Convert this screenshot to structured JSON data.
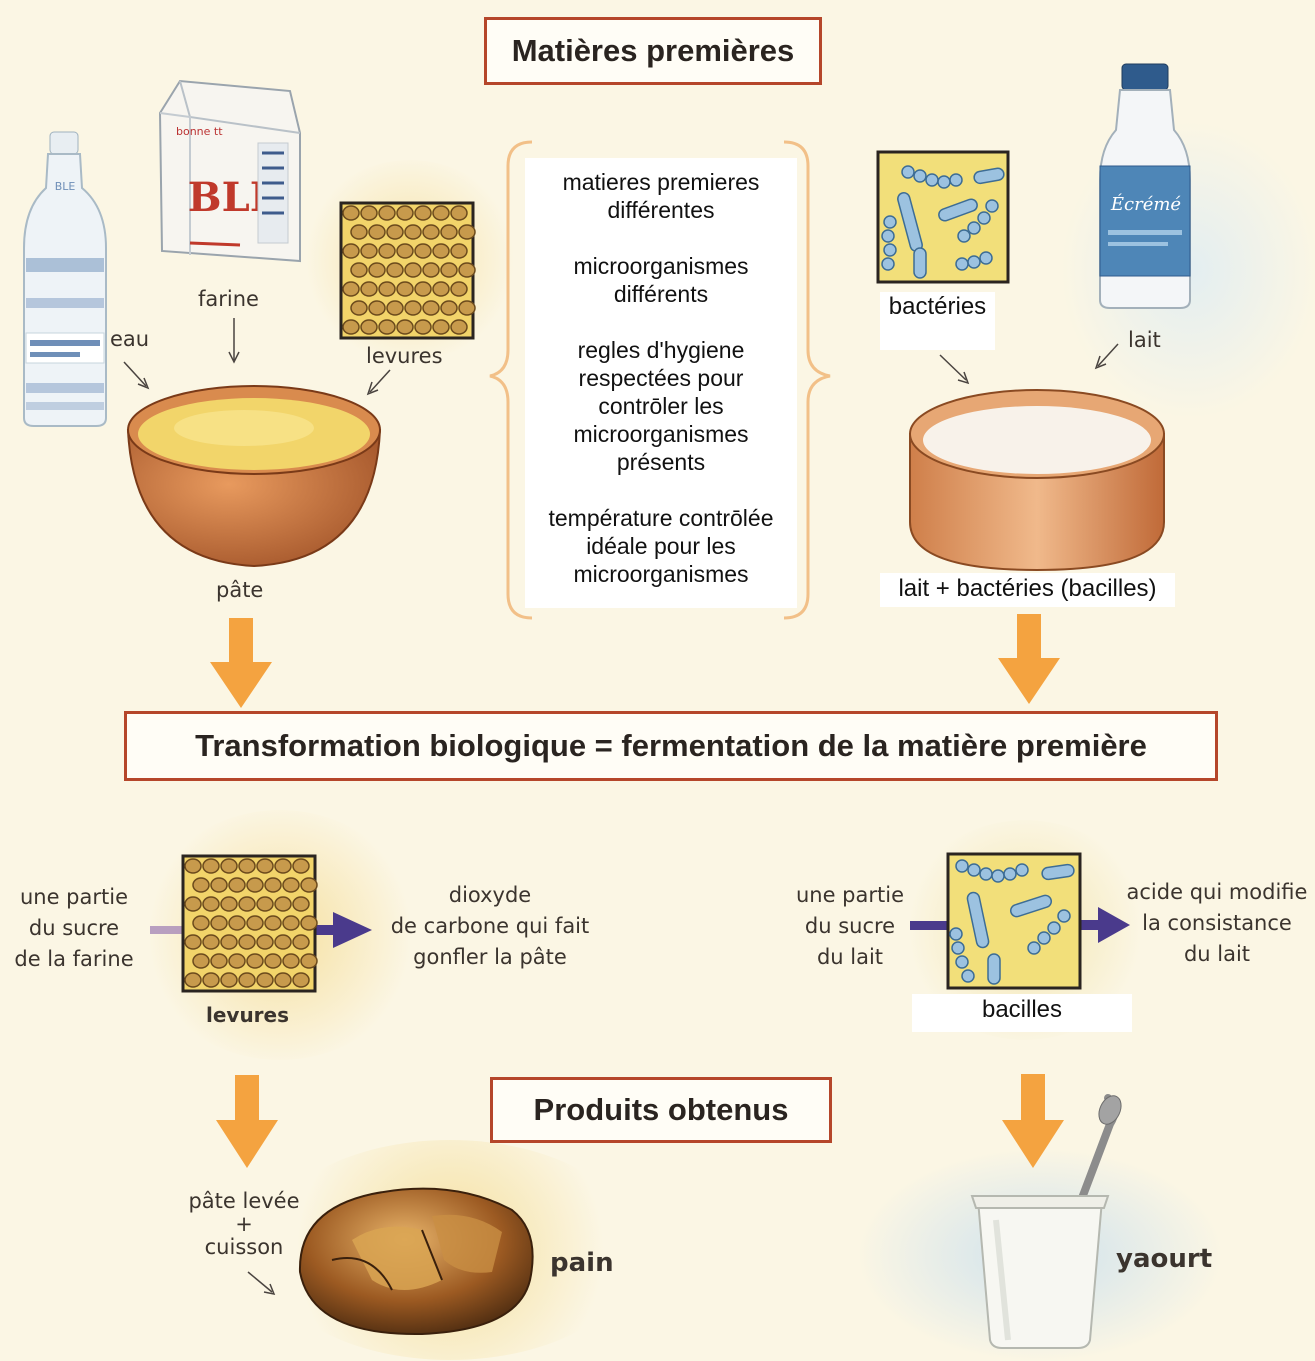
{
  "titles": {
    "raw_materials": "Matières premières",
    "transformation": "Transformation biologique = fermentation de la matière première",
    "products": "Produits obtenus"
  },
  "left": {
    "bottle_letters": "BLE",
    "flour_bag_brand": "BLÉ",
    "eau": "eau",
    "farine": "farine",
    "levures": "levures",
    "pate": "pâte"
  },
  "right": {
    "bottle_text": "Écrémé",
    "bacteries": "bactéries",
    "lait": "lait",
    "mix": "lait + bactéries (bacilles)"
  },
  "middle_notes": [
    "matieres premieres différentes",
    "microorganismes différents",
    "regles d'hygiene respectées pour contrōler les microorganismes présents",
    "température contrōlée idéale pour les microorganismes"
  ],
  "fermentation_left": {
    "input": "une partie\ndu sucre\nde la farine",
    "output": "dioxyde\nde carbone qui fait\ngonfler la pâte",
    "organism": "levures"
  },
  "fermentation_right": {
    "input": "une partie\ndu sucre\ndu lait",
    "output": "acide qui modifie\nla consistance\ndu lait",
    "organism": "bacilles"
  },
  "products": {
    "bread_process": "pâte levée\n+\ncuisson",
    "bread": "pain",
    "yogurt": "yaourt"
  },
  "colors": {
    "frame": "#b5462a",
    "arrow_orange": "#f4a340",
    "arrow_purple": "#4a3a8c",
    "bracket": "#f2c088"
  }
}
